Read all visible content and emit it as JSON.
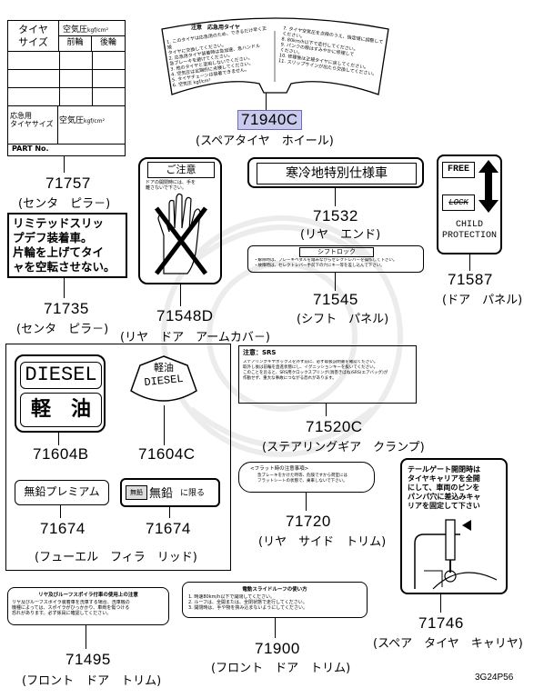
{
  "labels": {
    "p71940c": {
      "number": "71940C",
      "caption": "(スペアタイヤ　ホイール)",
      "title": "注意　応急用タイヤ",
      "left_lines": [
        "1. このタイヤは応急用のため、できるだけ早く正規",
        "タイヤに交換してください。",
        "2. 応急用タイヤ装着時は急加速、急ハンドル",
        "急ブレーキを避けてください。",
        "3. 他のタイヤと混用しないでください。",
        "4. 空気圧は定期的に点検してください。",
        "5. タイヤチェーンは装着できません。",
        "6. 空気圧 kgf/cm²"
      ],
      "right_lines": [
        "7. タイヤ空気圧を点検のうえ、指定値に調整して",
        "ください。",
        "8. 80km/h以下で走行してください。",
        "9. パンクの際はすみやかに修理して",
        "ください。",
        "10. 修理後は正規タイヤに戻してください。",
        "11. スリップサインが出たら交換してください。"
      ]
    },
    "p71757": {
      "number": "71757",
      "caption": "(センタ　ピラ－)",
      "h_tire": "タイヤ",
      "h_size": "サイズ",
      "h_pressure": "空気圧",
      "h_unit": "kgf/cm²",
      "h_front": "前輪",
      "h_rear": "後輪",
      "h_spare1": "応急用",
      "h_spare2": "タイヤサイズ",
      "h_pressure2": "空気圧",
      "h_unit2": "kgf/cm²",
      "part_no": "PART No."
    },
    "p71735": {
      "number": "71735",
      "caption": "(センタ　ピラ－)",
      "lines": [
        "リミテッドスリッ",
        "プデフ装着車。",
        "片輪を上げてタイ",
        "ャを空転させない。"
      ]
    },
    "p71548d": {
      "number": "71548D",
      "caption": "(リヤ　ドア　アームカバ－)",
      "title": "ご注意",
      "text1": "ドアの開閉時には、手を",
      "text2": "離さないで下さい。"
    },
    "p71532": {
      "number": "71532",
      "caption": "(リヤ　エンド)",
      "text": "寒冷地特別仕様車"
    },
    "p71545": {
      "number": "71545",
      "caption": "(シフト　パネル)",
      "title": "シフトロック",
      "line1": "・解除時は、ブレーキペダルを踏みながらセレクトレバーを操作して下さい。",
      "line2": "・故障時は、セレクトレバー手前下の穴にキー等を差し込んで下さい。"
    },
    "p71587": {
      "number": "71587",
      "caption": "(ドア　パネル)",
      "free": "FREE",
      "lock": "LOCK",
      "child": "CHILD",
      "protection": "PROTECTION"
    },
    "p71604b": {
      "number": "71604B",
      "diesel": "DIESEL",
      "keiyu": "軽　油"
    },
    "p71604c": {
      "number": "71604C",
      "keiyu": "軽油",
      "diesel": "DIESEL"
    },
    "p71674a": {
      "number": "71674",
      "text": "無鉛プレミアム"
    },
    "p71674b": {
      "number": "71674",
      "text": "無鉛",
      "suffix": "に限る",
      "badge": "無鉛"
    },
    "fuel_caption": "(フューエル　フィラ　リッド)",
    "p71520c": {
      "number": "71520C",
      "caption": "(ステアリングギア　クランプ)",
      "title": "注意：SRS",
      "lines": [
        "ステアリングギヤボックスを外す前に、必ず取扱説明書を確認ください。",
        "取外し後は前輪を直進状態にし、イグニッションキーを抜いてください。",
        "このことを怠ると、SRS用クロックスプリング(渦巻きばね)SRS(エアバッグ)が",
        "作動せず、重大な事故につながる恐れがあります。"
      ]
    },
    "p71720": {
      "number": "71720",
      "caption": "(リヤ　サイド　トリム)",
      "title": "<フラット時の注意事項>",
      "line1": "急ブレーキをかけた時等、危険ですから荷室には",
      "line2": "フラットシートの状態で、乗車しないで下さい。"
    },
    "p71746": {
      "number": "71746",
      "caption": "(スペア　タイヤ　キャリヤ)",
      "lines": [
        "テールゲート開閉時は",
        "タイヤキャリアを全開",
        "にして、車両のピンを",
        "パンパ穴に差込みキャ",
        "リアを固定して下さい"
      ]
    },
    "p71495": {
      "number": "71495",
      "caption": "(フロント　ドア　トリム)",
      "title": "リヤ及びルーフスポイラ付車の使用上の注意",
      "lines": [
        "リヤ及びルーフスポイラ装着車を洗車する場合、洗車機の",
        "機種によっては、スポイラがひっかかり、車両を傷つける",
        "恐れがあります。必ず係員に確認してください。"
      ]
    },
    "p71900": {
      "number": "71900",
      "caption": "(フロント　ドア　トリム)",
      "title": "電動スライドルーフの使い方",
      "lines": [
        "1. 時速80km/h以下で開閉してください。",
        "2. ルーフは、全開または、全閉状態で走行してください。",
        "3. 開閉時は、手や物を挟み込まないようにしてください。"
      ]
    },
    "figure_code": "3G24P56"
  },
  "colors": {
    "highlight": "#c9c9ee",
    "ink": "#000000",
    "watermark": "#e8e8e8"
  }
}
